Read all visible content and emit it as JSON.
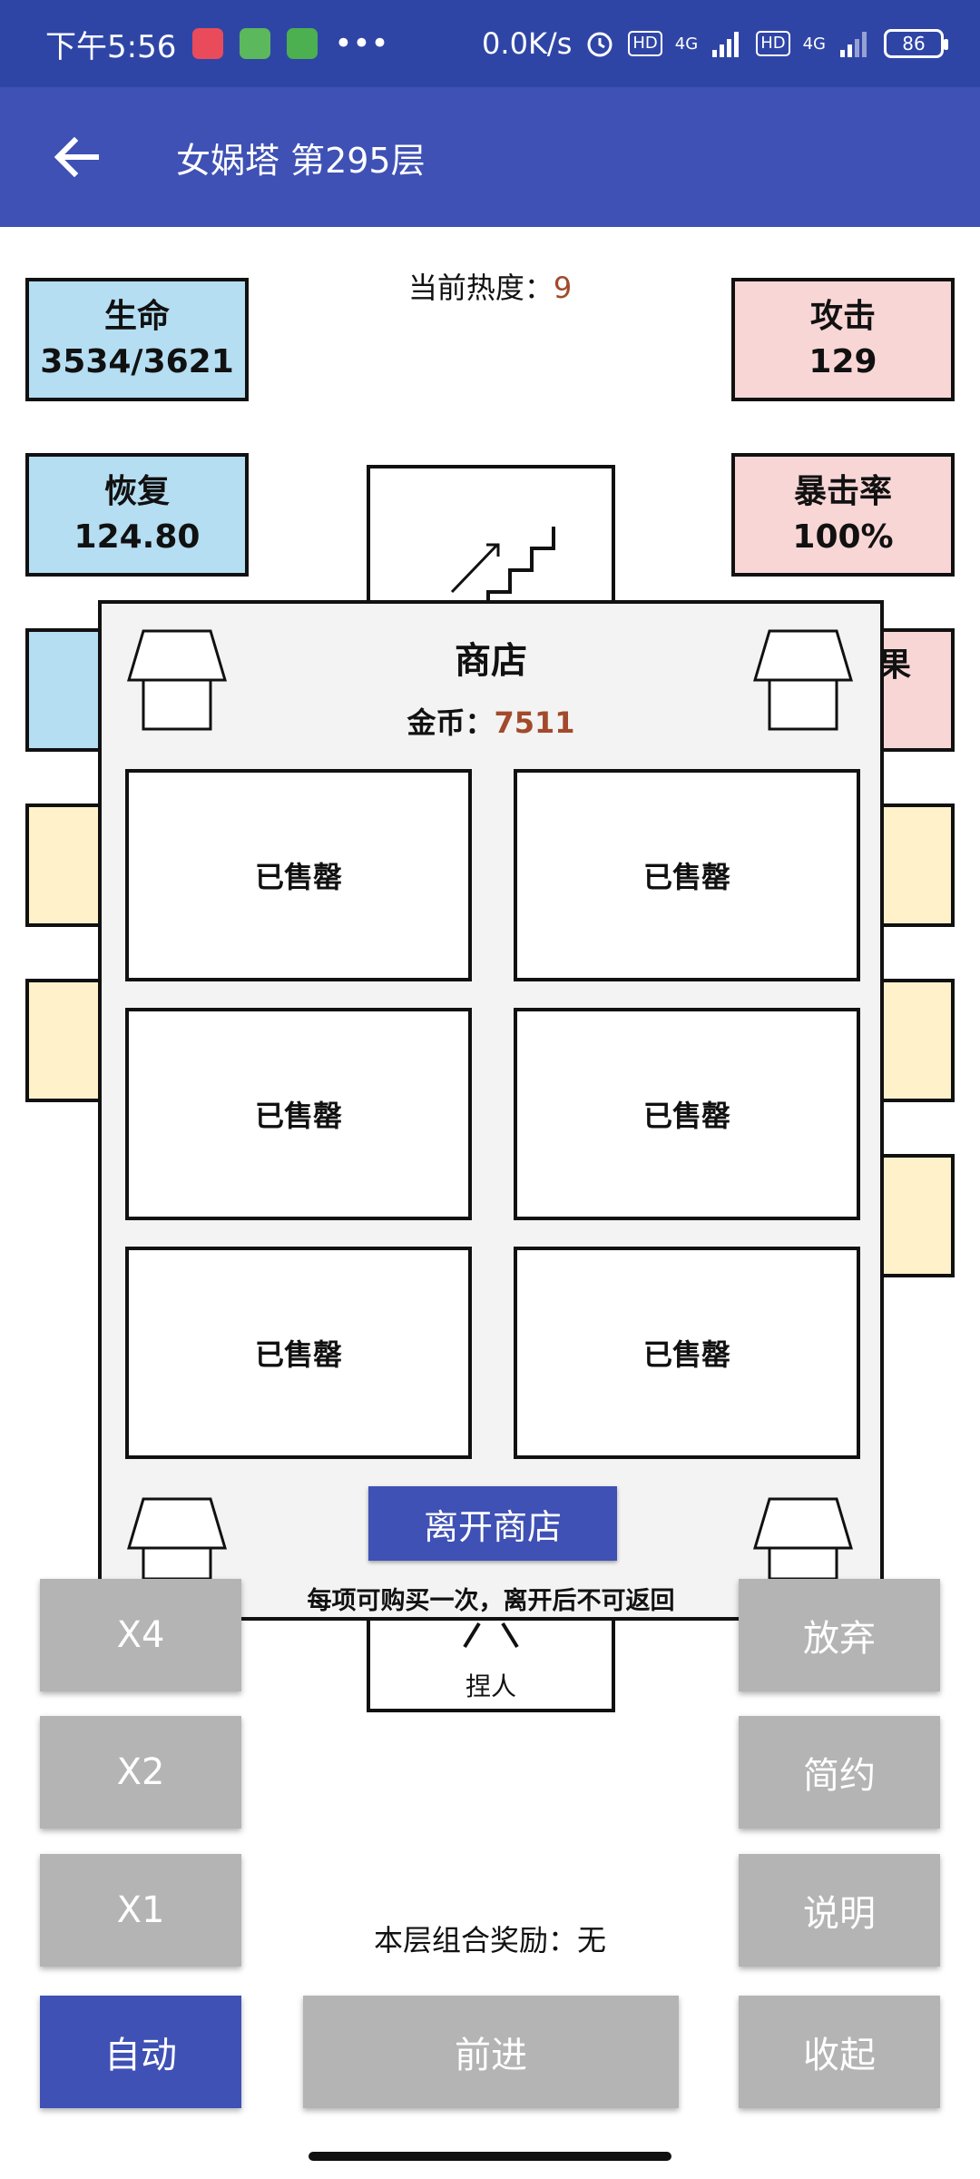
{
  "status_bar": {
    "time": "下午5:56",
    "more": "•••",
    "net_speed": "0.0K/s",
    "hd1": "HD",
    "sig1": "4G",
    "hd2": "HD",
    "sig2": "4G",
    "battery": "86"
  },
  "app_bar": {
    "title": "女娲塔 第295层"
  },
  "heat": {
    "label": "当前热度：",
    "value": "9"
  },
  "stats": {
    "life_label": "生命",
    "life_value": "3534/3621",
    "regen_label": "恢复",
    "regen_value": "124.80",
    "attack_label": "攻击",
    "attack_value": "129",
    "crit_label": "暴击率",
    "crit_value": "100%",
    "effect_partial": "果"
  },
  "shop": {
    "title": "商店",
    "coins_label": "金币：",
    "coins_value": "7511",
    "items": [
      "已售罄",
      "已售罄",
      "已售罄",
      "已售罄",
      "已售罄",
      "已售罄"
    ],
    "leave_label": "离开商店",
    "note": "每项可购买一次，离开后不可返回"
  },
  "person_label": "捏人",
  "combo_text": "本层组合奖励：无",
  "controls": {
    "x4": "X4",
    "x2": "X2",
    "x1": "X1",
    "auto": "自动",
    "forward": "前进",
    "giveup": "放弃",
    "simple": "简约",
    "help": "说明",
    "collapse": "收起"
  },
  "colors": {
    "primary": "#3f51b5",
    "status_bar": "#2f45a6",
    "value_accent": "#a24a2b",
    "button_gray": "#b4b4b4"
  }
}
